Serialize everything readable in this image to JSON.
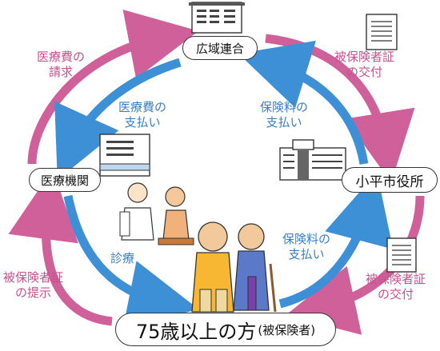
{
  "nodes": {
    "kouiki": "広域連合",
    "iryo": "医療機関",
    "city": "小平市役所",
    "elder_main": "75歳以上の方",
    "elder_sub": "(被保険者)"
  },
  "flows": {
    "claim": [
      "医療費の",
      "請求"
    ],
    "pay_medical": [
      "医療費の",
      "支払い"
    ],
    "pay_premium_top": [
      "保険料の",
      "支払い"
    ],
    "issue_top": [
      "被保険者証",
      "の交付"
    ],
    "treatment": "診療",
    "pay_premium_bottom": [
      "保険料の",
      "支払い"
    ],
    "present_card": [
      "被保険者証",
      "の提示"
    ],
    "issue_bottom": [
      "被保険者証",
      "の交付"
    ]
  },
  "colors": {
    "pink_arrow": "#d0609a",
    "blue_arrow": "#3d8fd6"
  }
}
